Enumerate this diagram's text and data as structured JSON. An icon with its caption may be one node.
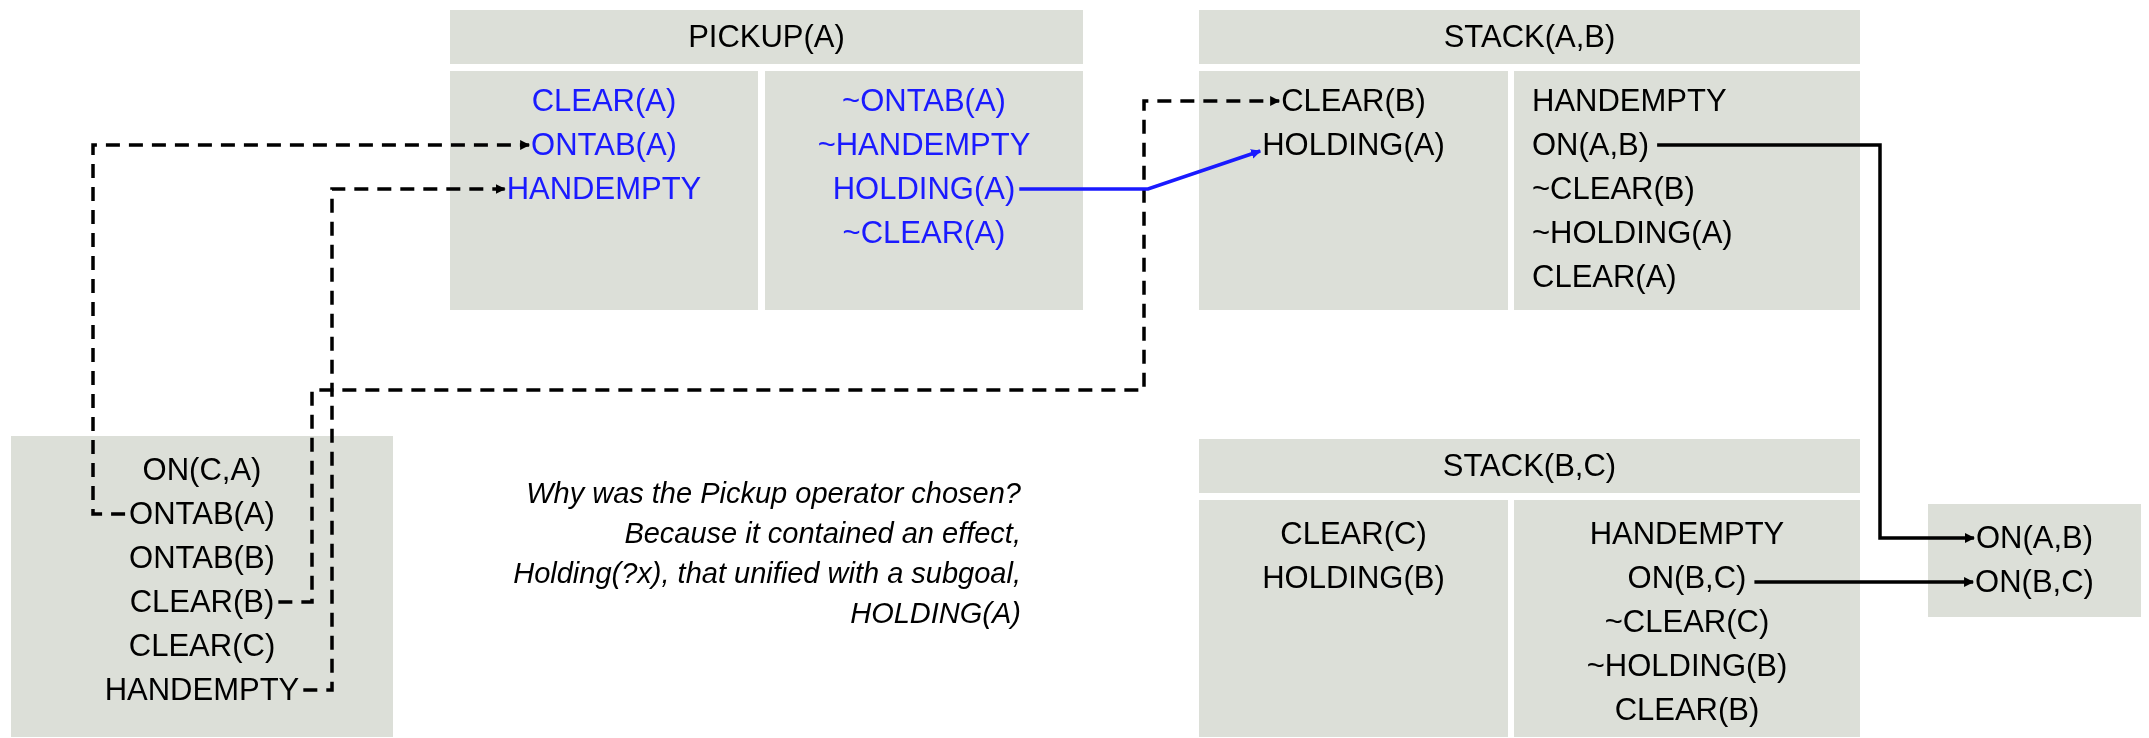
{
  "diagram": {
    "nodes": [
      {
        "text": [
          "PICKUP(A)"
        ]
      },
      {
        "text": [],
        "shape": "box"
      },
      {
        "text": [
          "CLEAR(A)"
        ],
        "in": 1
      },
      {
        "text": [
          "ONTAB(A)"
        ],
        "in": 1
      },
      {
        "text": [
          "HANDEMPTY"
        ],
        "in": 1
      },
      {
        "text": [],
        "shape": "box"
      },
      {
        "text": [
          "~ONTAB(A)"
        ],
        "in": 5
      },
      {
        "text": [
          "~HANDEMPTY"
        ],
        "in": 5
      },
      {
        "text": [
          "HOLDING(A)"
        ],
        "in": 5
      },
      {
        "text": [
          "~CLEAR(A)"
        ],
        "in": 5
      },
      {
        "text": [
          "STACK(A,B)"
        ]
      },
      {
        "text": [],
        "shape": "box"
      },
      {
        "text": [
          "CLEAR(B)"
        ],
        "in": 11
      },
      {
        "text": [
          "HOLDING(A)"
        ],
        "in": 11
      },
      {
        "text": [],
        "shape": "box"
      },
      {
        "text": [
          "HANDEMPTY"
        ],
        "in": 14
      },
      {
        "text": [
          "ON(A,B)"
        ],
        "in": 14
      },
      {
        "text": [
          "~CLEAR(B)"
        ],
        "in": 14
      },
      {
        "text": [
          "~HOLDING(A)"
        ],
        "in": 14
      },
      {
        "text": [
          "CLEAR(A)"
        ],
        "in": 14
      },
      {
        "text": [],
        "shape": "box"
      },
      {
        "text": [
          "ON(C,A)"
        ],
        "in": 20
      },
      {
        "text": [
          "ONTAB(A)"
        ],
        "in": 20
      },
      {
        "text": [
          "ONTAB(B)"
        ],
        "in": 20
      },
      {
        "text": [
          "CLEAR(B)"
        ],
        "in": 20
      },
      {
        "text": [
          "CLEAR(C)"
        ],
        "in": 20
      },
      {
        "text": [
          "HANDEMPTY"
        ],
        "in": 20
      },
      {
        "text": [
          "STACK(B,C)"
        ]
      },
      {
        "text": [],
        "shape": "box"
      },
      {
        "text": [
          "CLEAR(C)"
        ],
        "in": 28
      },
      {
        "text": [
          "HOLDING(B)"
        ],
        "in": 28
      },
      {
        "text": [],
        "shape": "box"
      },
      {
        "text": [
          "HANDEMPTY"
        ],
        "in": 31
      },
      {
        "text": [
          "ON(B,C)"
        ],
        "in": 31
      },
      {
        "text": [
          "~CLEAR(C)"
        ],
        "in": 31
      },
      {
        "text": [
          "~HOLDING(B)"
        ],
        "in": 31
      },
      {
        "text": [
          "CLEAR(B)"
        ],
        "in": 31
      },
      {
        "text": [],
        "shape": "box"
      },
      {
        "text": [
          "ON(A,B)"
        ],
        "in": 37
      },
      {
        "text": [
          "ON(B,C)"
        ],
        "in": 37
      }
    ],
    "edges": [
      {
        "from": 22,
        "to": 3,
        "arrow": "to",
        "style": "dashed"
      },
      {
        "from": 26,
        "to": 4,
        "arrow": "to",
        "style": "dashed"
      },
      {
        "from": 24,
        "to": 12,
        "arrow": "to",
        "style": "dashed"
      },
      {
        "from": 8,
        "to": 13,
        "arrow": "to",
        "color": "#1a1aff"
      },
      {
        "from": 16,
        "to": 38,
        "arrow": "to"
      },
      {
        "from": 33,
        "to": 39,
        "arrow": "to"
      }
    ],
    "labels": [
      "Why was the Pickup operator chosen? Because it contained an effect, Holding(?x), that unified with a subgoal, HOLDING(A)"
    ]
  }
}
